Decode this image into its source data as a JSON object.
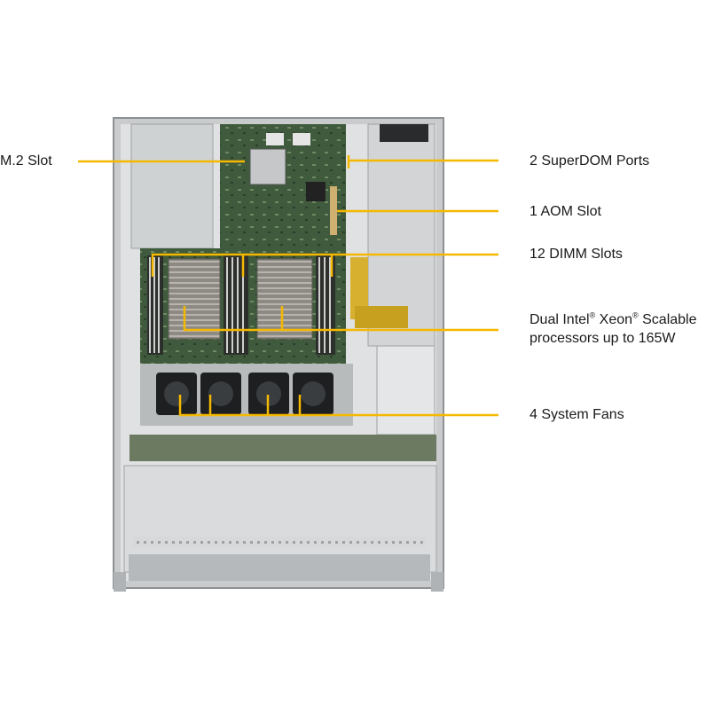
{
  "colors": {
    "callout": "#f5b800",
    "chassis": "#c9cbcc",
    "chassis_dark": "#8e9193",
    "board": "#3f5a3c",
    "board_light": "#5f7a55",
    "heatsink": "#9a9690",
    "fan": "#1d1f21",
    "text": "#1a1a1a"
  },
  "callouts": {
    "m2": {
      "label": "M.2 Slot"
    },
    "superdom": {
      "label": "2 SuperDOM Ports"
    },
    "aom": {
      "label": "1 AOM Slot"
    },
    "dimm": {
      "label": "12 DIMM Slots"
    },
    "cpu": {
      "line1_a": "Dual Intel",
      "reg": "®",
      "line1_b": " Xeon",
      "line1_c": " Scalable",
      "line2": "processors up to 165W"
    },
    "fans": {
      "label": "4 System Fans"
    }
  },
  "images": {
    "server": "1U server chassis top view with dual-socket motherboard"
  }
}
